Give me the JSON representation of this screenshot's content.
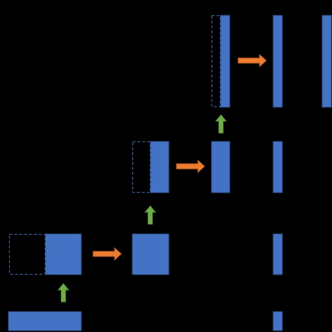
{
  "diagram": {
    "background": "#000000",
    "colors": {
      "block_fill": "#4472C4",
      "block_stroke": "#2F528F",
      "outline_dashed": "#4472C4",
      "horizontal_arrow": "#ED7D31",
      "vertical_arrow": "#70AD47"
    },
    "elements": [
      {
        "kind": "block",
        "name": "block-bottom-wide"
      },
      {
        "kind": "block",
        "name": "block-mid-left"
      },
      {
        "kind": "dashed-outline",
        "name": "dashed-outline-mid-left"
      },
      {
        "kind": "block",
        "name": "block-mid-center"
      },
      {
        "kind": "block",
        "name": "block-upper-left"
      },
      {
        "kind": "dashed-outline",
        "name": "dashed-outline-upper-left"
      },
      {
        "kind": "block",
        "name": "block-upper-center"
      },
      {
        "kind": "block",
        "name": "block-top-left"
      },
      {
        "kind": "dashed-outline",
        "name": "dashed-outline-top-left"
      },
      {
        "kind": "block",
        "name": "block-top-center"
      },
      {
        "kind": "block",
        "name": "block-top-right"
      },
      {
        "kind": "block",
        "name": "block-column-bottom"
      },
      {
        "kind": "block",
        "name": "block-column-lower"
      },
      {
        "kind": "block",
        "name": "block-column-upper"
      },
      {
        "kind": "arrow-right",
        "name": "arrow-right-lower"
      },
      {
        "kind": "arrow-right",
        "name": "arrow-right-middle"
      },
      {
        "kind": "arrow-right",
        "name": "arrow-right-top"
      },
      {
        "kind": "arrow-up",
        "name": "arrow-up-bottom"
      },
      {
        "kind": "arrow-up",
        "name": "arrow-up-middle"
      },
      {
        "kind": "arrow-up",
        "name": "arrow-up-top"
      }
    ]
  }
}
